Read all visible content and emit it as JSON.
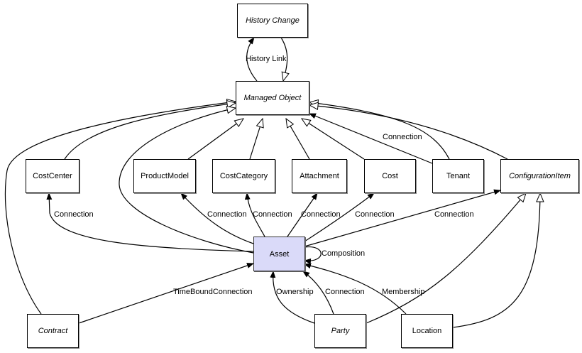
{
  "diagram": {
    "type": "uml-class-diagram",
    "nodes": [
      {
        "id": "history_change",
        "label": "History Change",
        "abstract": true
      },
      {
        "id": "managed_object",
        "label": "Managed Object",
        "abstract": true
      },
      {
        "id": "cost_center",
        "label": "CostCenter",
        "abstract": false
      },
      {
        "id": "product_model",
        "label": "ProductModel",
        "abstract": false
      },
      {
        "id": "cost_category",
        "label": "CostCategory",
        "abstract": false
      },
      {
        "id": "attachment",
        "label": "Attachment",
        "abstract": false
      },
      {
        "id": "cost",
        "label": "Cost",
        "abstract": false
      },
      {
        "id": "tenant",
        "label": "Tenant",
        "abstract": false
      },
      {
        "id": "configuration_item",
        "label": "ConfigurationItem",
        "abstract": true
      },
      {
        "id": "asset",
        "label": "Asset",
        "abstract": false,
        "selected": true
      },
      {
        "id": "contract",
        "label": "Contract",
        "abstract": true
      },
      {
        "id": "party",
        "label": "Party",
        "abstract": true
      },
      {
        "id": "location",
        "label": "Location",
        "abstract": false
      }
    ],
    "edges": [
      {
        "id": "e_history_link",
        "from": "managed_object",
        "to": "history_change",
        "kind": "association",
        "label": "History Link"
      },
      {
        "id": "e_hc_gen",
        "from": "history_change",
        "to": "managed_object",
        "kind": "generalization",
        "label": ""
      },
      {
        "id": "e_contract_gen",
        "from": "contract",
        "to": "managed_object",
        "kind": "generalization",
        "label": ""
      },
      {
        "id": "e_costcenter_gen",
        "from": "cost_center",
        "to": "managed_object",
        "kind": "generalization",
        "label": ""
      },
      {
        "id": "e_asset_gen",
        "from": "asset",
        "to": "managed_object",
        "kind": "generalization",
        "label": ""
      },
      {
        "id": "e_productmodel_gen",
        "from": "product_model",
        "to": "managed_object",
        "kind": "generalization",
        "label": ""
      },
      {
        "id": "e_costcategory_gen",
        "from": "cost_category",
        "to": "managed_object",
        "kind": "generalization",
        "label": ""
      },
      {
        "id": "e_attachment_gen",
        "from": "attachment",
        "to": "managed_object",
        "kind": "generalization",
        "label": ""
      },
      {
        "id": "e_cost_gen",
        "from": "cost",
        "to": "managed_object",
        "kind": "generalization",
        "label": ""
      },
      {
        "id": "e_tenant_conn",
        "from": "tenant",
        "to": "managed_object",
        "kind": "association",
        "label": "Connection"
      },
      {
        "id": "e_tenant_gen",
        "from": "tenant",
        "to": "managed_object",
        "kind": "generalization",
        "label": ""
      },
      {
        "id": "e_ci_gen",
        "from": "configuration_item",
        "to": "managed_object",
        "kind": "generalization",
        "label": ""
      },
      {
        "id": "e_asset_costcenter",
        "from": "asset",
        "to": "cost_center",
        "kind": "association",
        "label": "Connection"
      },
      {
        "id": "e_asset_productmodel",
        "from": "asset",
        "to": "product_model",
        "kind": "association",
        "label": "Connection"
      },
      {
        "id": "e_asset_costcategory",
        "from": "asset",
        "to": "cost_category",
        "kind": "association",
        "label": "Connection"
      },
      {
        "id": "e_asset_attachment",
        "from": "asset",
        "to": "attachment",
        "kind": "association",
        "label": "Connection"
      },
      {
        "id": "e_asset_cost",
        "from": "asset",
        "to": "cost",
        "kind": "association",
        "label": "Connection"
      },
      {
        "id": "e_asset_ci",
        "from": "asset",
        "to": "configuration_item",
        "kind": "association",
        "label": "Connection"
      },
      {
        "id": "e_asset_composition",
        "from": "asset",
        "to": "asset",
        "kind": "association",
        "label": "Composition"
      },
      {
        "id": "e_contract_asset",
        "from": "contract",
        "to": "asset",
        "kind": "association",
        "label": "TimeBoundConnection"
      },
      {
        "id": "e_party_ownership",
        "from": "party",
        "to": "asset",
        "kind": "association",
        "label": "Ownership"
      },
      {
        "id": "e_party_conn",
        "from": "party",
        "to": "asset",
        "kind": "association",
        "label": "Connection"
      },
      {
        "id": "e_location_membership",
        "from": "location",
        "to": "asset",
        "kind": "association",
        "label": "Membership"
      },
      {
        "id": "e_party_ci_gen",
        "from": "party",
        "to": "configuration_item",
        "kind": "generalization",
        "label": ""
      },
      {
        "id": "e_location_ci_gen",
        "from": "location",
        "to": "configuration_item",
        "kind": "generalization",
        "label": ""
      }
    ]
  },
  "colors": {
    "selected_fill": "#dadaf9",
    "node_fill": "#ffffff",
    "stroke": "#000000"
  }
}
